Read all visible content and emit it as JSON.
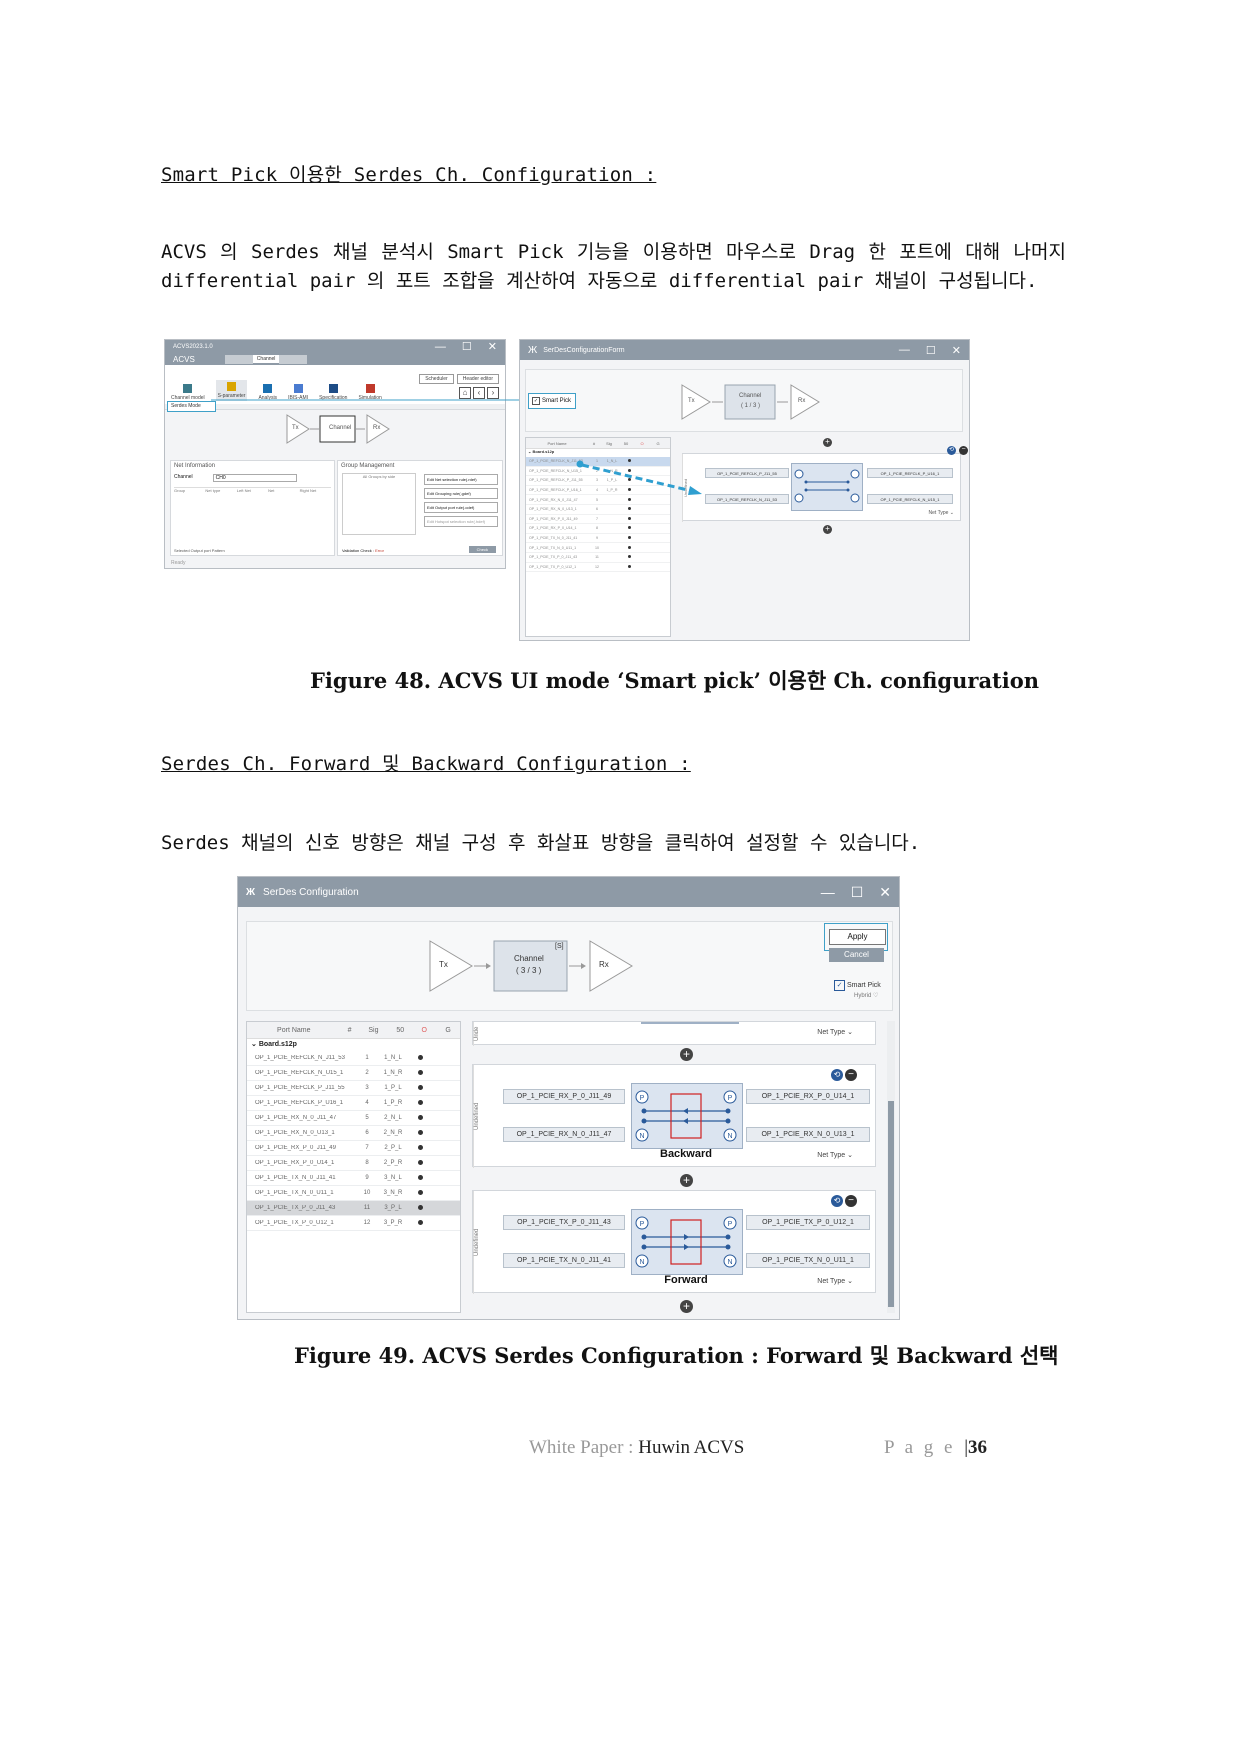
{
  "section1": {
    "heading": "Smart Pick 이용한 Serdes Ch. Configuration :",
    "paragraph": "ACVS 의 Serdes 채널 분석시 Smart Pick 기능을 이용하면 마우스로 Drag 한 포트에 대해 나머지 differential pair 의 포트 조합을 계산하여 자동으로 differential pair 채널이 구성됩니다."
  },
  "figure48": {
    "caption": "Figure 48. ACVS UI mode ‘Smart pick’ 이용한 Ch. configuration",
    "left_window": {
      "title": "ACVS2023.1.0",
      "app_name": "ACVS",
      "tabs": [
        "",
        "Channel",
        ""
      ],
      "toolbar": [
        "Channel model",
        "S-parameter",
        "Analysis",
        "IBIS-AMI",
        "Specification",
        "Simulation"
      ],
      "right_buttons": [
        "Scheduler",
        "Header editor"
      ],
      "mode_field": "Serdes Mode",
      "blocks": {
        "tx": "Tx",
        "channel": "Channel",
        "rx": "Rx"
      },
      "net_info_title": "Net Information",
      "net_info_channel_label": "Channel",
      "net_info_channel_value": "CH0",
      "net_info_headers": [
        "Group",
        "Net type",
        "Left Net",
        "Net",
        "Right Net"
      ],
      "group_mgmt_title": "Group Management",
      "group_mgmt_list_header": "All Groups by side",
      "group_buttons": [
        "Edit Net selection rule(.rdef)",
        "Edit Grouping rule(.gdef)",
        "Edit Output port rule(.odef)",
        "Edit Hotspot selection rule(.hdef)"
      ],
      "bottom_left_label": "Selected Output port Pattern",
      "validation_label": "Validation Check :",
      "validation_value": "Error",
      "check_button": "Check",
      "status": "Ready"
    },
    "right_window": {
      "title": "SerDesConfigurationForm",
      "smart_pick_label": "Smart Pick",
      "blocks": {
        "tx": "Tx",
        "channel": "Channel",
        "channel_count": "( 1 / 3 )",
        "rx": "Rx"
      },
      "table_headers": [
        "Port Name",
        "#",
        "Sig",
        "50",
        "O",
        "G"
      ],
      "tree_root": "Board.s12p",
      "rows": [
        {
          "name": "OP_1_PCIE_REFCLK_N_J11_53",
          "num": "1",
          "sig": "1_N_L"
        },
        {
          "name": "OP_1_PCIE_REFCLK_N_U15_1",
          "num": "2",
          "sig": "1_N_R"
        },
        {
          "name": "OP_1_PCIE_REFCLK_P_J11_55",
          "num": "3",
          "sig": "1_P_L"
        },
        {
          "name": "OP_1_PCIE_REFCLK_P_U16_1",
          "num": "4",
          "sig": "1_P_R"
        },
        {
          "name": "OP_1_PCIE_RX_N_0_J11_47",
          "num": "5",
          "sig": ""
        },
        {
          "name": "OP_1_PCIE_RX_N_0_U13_1",
          "num": "6",
          "sig": ""
        },
        {
          "name": "OP_1_PCIE_RX_P_0_J11_49",
          "num": "7",
          "sig": ""
        },
        {
          "name": "OP_1_PCIE_RX_P_0_U14_1",
          "num": "8",
          "sig": ""
        },
        {
          "name": "OP_1_PCIE_TX_N_0_J11_41",
          "num": "9",
          "sig": ""
        },
        {
          "name": "OP_1_PCIE_TX_N_0_U11_1",
          "num": "10",
          "sig": ""
        },
        {
          "name": "OP_1_PCIE_TX_P_0_J11_43",
          "num": "11",
          "sig": ""
        },
        {
          "name": "OP_1_PCIE_TX_P_0_U12_1",
          "num": "12",
          "sig": ""
        }
      ],
      "ports": {
        "left_top": "OP_1_PCIE_REFCLK_P_J11_55",
        "left_bottom": "OP_1_PCIE_REFCLK_N_J11_53",
        "right_top": "OP_1_PCIE_REFCLK_P_U16_1",
        "right_bottom": "OP_1_PCIE_REFCLK_N_U15_1"
      },
      "side_label": "Undefined",
      "net_type": "Net Type"
    }
  },
  "section2": {
    "heading": "Serdes Ch. Forward 및 Backward Configuration :",
    "paragraph": "Serdes 채널의 신호 방향은 채널 구성 후 화살표 방향을 클릭하여 설정할 수 있습니다."
  },
  "figure49": {
    "caption": "Figure 49. ACVS Serdes Configuration : Forward 및 Backward 선택",
    "title": "SerDes Configuration",
    "apply_button": "Apply",
    "cancel_button": "Cancel",
    "smart_pick_label": "Smart Pick",
    "hybrid_label": "Hybrid",
    "blocks": {
      "tx": "Tx",
      "channel": "Channel",
      "channel_tag": "[S]",
      "channel_count": "( 3 / 3 )",
      "rx": "Rx"
    },
    "table_headers": [
      "Port Name",
      "#",
      "Sig",
      "50",
      "O",
      "G"
    ],
    "tree_root": "Board.s12p",
    "rows": [
      {
        "name": "OP_1_PCIE_REFCLK_N_J11_53",
        "num": "1",
        "sig": "1_N_L",
        "selected": false
      },
      {
        "name": "OP_1_PCIE_REFCLK_N_U15_1",
        "num": "2",
        "sig": "1_N_R",
        "selected": false
      },
      {
        "name": "OP_1_PCIE_REFCLK_P_J11_55",
        "num": "3",
        "sig": "1_P_L",
        "selected": false
      },
      {
        "name": "OP_1_PCIE_REFCLK_P_U16_1",
        "num": "4",
        "sig": "1_P_R",
        "selected": false
      },
      {
        "name": "OP_1_PCIE_RX_N_0_J11_47",
        "num": "5",
        "sig": "2_N_L",
        "selected": false
      },
      {
        "name": "OP_1_PCIE_RX_N_0_U13_1",
        "num": "6",
        "sig": "2_N_R",
        "selected": false
      },
      {
        "name": "OP_1_PCIE_RX_P_0_J11_49",
        "num": "7",
        "sig": "2_P_L",
        "selected": false
      },
      {
        "name": "OP_1_PCIE_RX_P_0_U14_1",
        "num": "8",
        "sig": "2_P_R",
        "selected": false
      },
      {
        "name": "OP_1_PCIE_TX_N_0_J11_41",
        "num": "9",
        "sig": "3_N_L",
        "selected": false
      },
      {
        "name": "OP_1_PCIE_TX_N_0_U11_1",
        "num": "10",
        "sig": "3_N_R",
        "selected": false
      },
      {
        "name": "OP_1_PCIE_TX_P_0_J11_43",
        "num": "11",
        "sig": "3_P_L",
        "selected": true
      },
      {
        "name": "OP_1_PCIE_TX_P_0_U12_1",
        "num": "12",
        "sig": "3_P_R",
        "selected": false
      }
    ],
    "top_group_net_type": "Net Type",
    "side_label_top": "Unde",
    "groups": [
      {
        "left_top": "OP_1_PCIE_RX_P_0_J11_49",
        "left_bottom": "OP_1_PCIE_RX_N_0_J11_47",
        "right_top": "OP_1_PCIE_RX_P_0_U14_1",
        "right_bottom": "OP_1_PCIE_RX_N_0_U13_1",
        "direction": "Backward",
        "side_label": "Undefined",
        "net_type": "Net Type"
      },
      {
        "left_top": "OP_1_PCIE_TX_P_0_J11_43",
        "left_bottom": "OP_1_PCIE_TX_N_0_J11_41",
        "right_top": "OP_1_PCIE_TX_P_0_U12_1",
        "right_bottom": "OP_1_PCIE_TX_N_0_U11_1",
        "direction": "Forward",
        "side_label": "Undefined",
        "net_type": "Net Type"
      }
    ]
  },
  "footer": {
    "doc_label": "White Paper : ",
    "doc_name": "Huwin ACVS",
    "page_label": "P a g e",
    "separator": "|",
    "page_number": "36"
  },
  "colors": {
    "accent": "#2a5a9a",
    "titlebar": "#8e9aa6",
    "drag_arrow": "#2f9fd0",
    "highlight_box": "#d02020"
  }
}
